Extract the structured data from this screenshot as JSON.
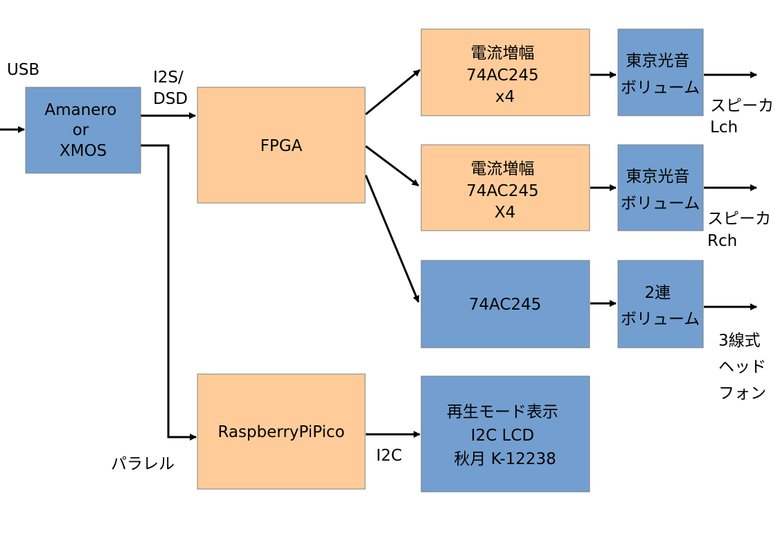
{
  "colors": {
    "orange": "#ffcc99",
    "blue": "#729fcf",
    "border": "#7f7f7f",
    "line": "#000000"
  },
  "blocks": {
    "amanero": [
      "Amanero",
      "or",
      "XMOS"
    ],
    "fpga": [
      "FPGA"
    ],
    "amp_l": [
      "電流増幅",
      "74AC245",
      "x4"
    ],
    "amp_r": [
      "電流増幅",
      "74AC245",
      "X4"
    ],
    "buf_hp": [
      "74AC245"
    ],
    "vol_l": [
      "東京光音",
      "ボリューム"
    ],
    "vol_r": [
      "東京光音",
      "ボリューム"
    ],
    "vol_hp": [
      "2連",
      "ボリューム"
    ],
    "pico": [
      "RaspberryPiPico"
    ],
    "lcd": [
      "再生モード表示",
      "I2C LCD",
      "秋月 K-12238"
    ]
  },
  "labels": {
    "usb": "USB",
    "i2s": "I2S/",
    "dsd": "DSD",
    "parallel": "パラレル",
    "i2c": "I2C",
    "speaker_l1": "スピーカ",
    "speaker_l2": "Lch",
    "speaker_r1": "スピーカ",
    "speaker_r2": "Rch",
    "hp1": "3線式",
    "hp2": "ヘッド",
    "hp3": "フォン"
  }
}
